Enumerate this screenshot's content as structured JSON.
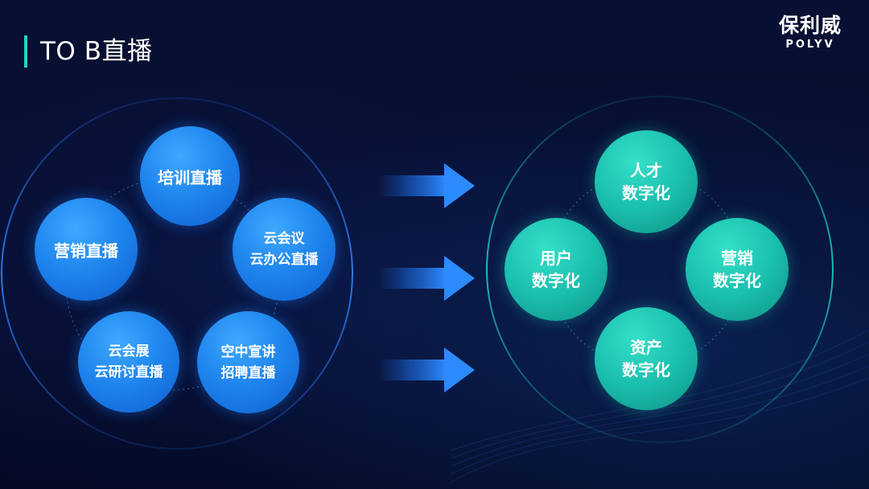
{
  "header": {
    "title": "TO B直播"
  },
  "logo": {
    "cn": "保利威",
    "en": "POLYV"
  },
  "left_group": {
    "nodes": [
      {
        "id": "training",
        "label": "培训直播"
      },
      {
        "id": "marketing-live",
        "label": "营销直播"
      },
      {
        "id": "cloud-meeting",
        "label": "云会议\n云办公直播"
      },
      {
        "id": "cloud-expo",
        "label": "云会展\n云研讨直播"
      },
      {
        "id": "campus-recruit",
        "label": "空中宣讲\n招聘直播"
      }
    ]
  },
  "right_group": {
    "nodes": [
      {
        "id": "talent",
        "label": "人才\n数字化"
      },
      {
        "id": "user",
        "label": "用户\n数字化"
      },
      {
        "id": "marketing",
        "label": "营销\n数字化"
      },
      {
        "id": "asset",
        "label": "资产\n数字化"
      }
    ]
  },
  "arrows": {
    "count": 3
  },
  "colors": {
    "accent": "#22d3c5",
    "node_blue": "#1f86ee",
    "node_teal": "#1bbfae",
    "background": "#050b2a"
  }
}
